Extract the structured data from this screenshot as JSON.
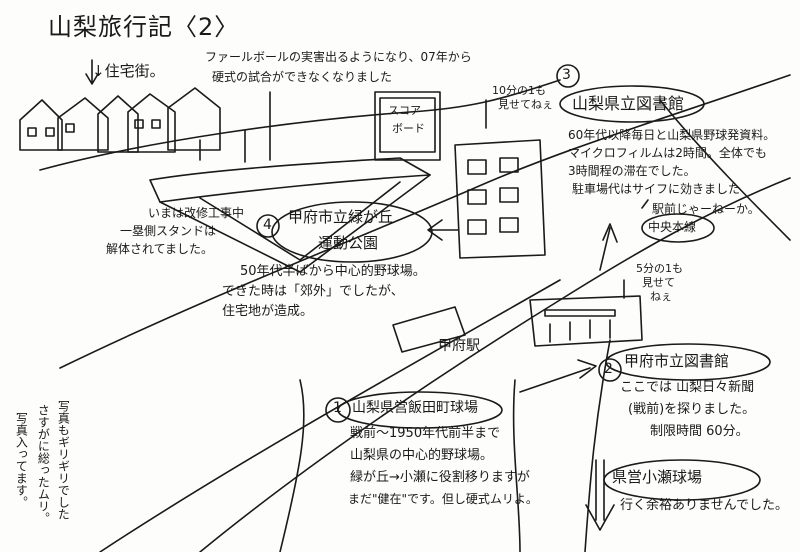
{
  "title": "山梨旅行記〈2〉",
  "residential_label": "↓住宅街。",
  "foul_note": [
    "ファールボールの実害出るようになり、07年から",
    "硬式の試合ができなくなりました"
  ],
  "scoreboard_label": [
    "スコア",
    "ボード"
  ],
  "places": [
    {
      "number": "3",
      "name": "山梨県立図書館",
      "photo_note": [
        "10分の1も",
        "見せてねぇ"
      ],
      "lines": [
        "60年代以降毎日と山梨県野球発資料。",
        "マイクロフィルムは2時間。全体でも",
        "3時間程の滞在でした。",
        "駐車場代はサイフに効きました"
      ],
      "station_note": "駅前じゃーねーか。",
      "station_label": "中央本線"
    },
    {
      "number": "4",
      "name": [
        "甲府市立緑が丘",
        "運動公園"
      ],
      "side_note": [
        "いまは改修工事中",
        "一塁側スタンドは",
        "解体されてました。"
      ],
      "lines": [
        "50年代半ばから中心的野球場。",
        "できた時は「郊外」でしたが、",
        "住宅地が造成。"
      ]
    },
    {
      "number": "2",
      "name": "甲府市立図書館",
      "photo_note": [
        "5分の1も",
        "見せて",
        "ねぇ"
      ],
      "lines": [
        "ここでは 山梨日々新聞",
        "(戦前)を探りました。",
        "制限時間 60分。"
      ]
    },
    {
      "number": "1",
      "name": "山梨県営飯田町球場",
      "lines": [
        "戦前～1950年代前半まで",
        "山梨県の中心的野球場。",
        "緑が丘→小瀬に役割移りますが",
        "まだ\"健在\"です。但し硬式ムリよ。"
      ]
    },
    {
      "name": "県営小瀬球場",
      "lines": [
        "行く余裕ありませんでした。"
      ]
    }
  ],
  "station_name": "甲府駅",
  "margin_note": [
    "写真もギリギリでした",
    "さすがに総ったムリ。",
    "写真入ってます。"
  ]
}
